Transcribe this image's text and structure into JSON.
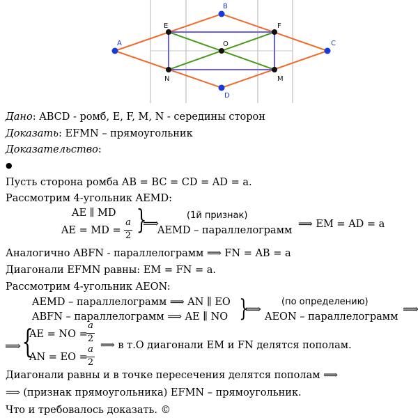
{
  "figure": {
    "points": {
      "A": {
        "label": "A"
      },
      "B": {
        "label": "B"
      },
      "C": {
        "label": "C"
      },
      "D": {
        "label": "D"
      },
      "E": {
        "label": "E"
      },
      "F": {
        "label": "F"
      },
      "M": {
        "label": "M"
      },
      "N": {
        "label": "N"
      },
      "O": {
        "label": "O"
      }
    },
    "colors": {
      "rhombus": "#f06a2a",
      "rectangle": "#6a5cf0",
      "diagonals": "#4a9a1a",
      "axis": "#b0b0b0",
      "point": "#1a3ad8"
    }
  },
  "given": {
    "label": "Дано",
    "sep": ":",
    "text": " ABCD - ромб, E, F, M, N - середины сторон"
  },
  "prove": {
    "label": "Доказать",
    "sep": ":",
    "text": " EFMN – прямоугольник"
  },
  "proof": {
    "label": "Доказательство",
    "sep": ":"
  },
  "bullet": "●",
  "line_side": "Пусть сторона ромба AB = BC = CD = AD = a.",
  "line_consider1": "Рассмотрим 4-угольник AEMD:",
  "sys1": {
    "row1": "AE ∥ MD",
    "row2": "AE = MD =",
    "frac_num": "a",
    "frac_den": "2",
    "brace": "}",
    "arrow": "⟹",
    "note": "(1й признак)",
    "result": "AEMD – параллелограмм",
    "conclusion": "⟹ EM = AD = a"
  },
  "line_similarly": "Аналогично ABFN - параллелограмм ⟹ FN = AB = a",
  "line_diagonals": "Диагонали EFMN равны: EM = FN = a.",
  "line_consider2": "Рассмотрим 4-угольник AEON:",
  "sys2": {
    "row1": "AEMD – параллелограмм ⟹ AN ∥ EO",
    "row2": "ABFN – параллелограмм ⟹ AE ∥ NO",
    "brace": "}",
    "arrow": "⟹",
    "note": "(по определению)",
    "result": "AEON – параллелограмм",
    "arrow_end": "⟹"
  },
  "sys3": {
    "arrow_start": "⟹",
    "brace": "{",
    "row1": "AE = NO =",
    "row2": "AN = EO =",
    "frac_num": "a",
    "frac_den": "2",
    "conclusion": "⟹ в т.O диагонали EM и FN делятся пополам."
  },
  "line_equal_diag": "Диагонали равны и в точке пересечения делятся пополам ⟹",
  "line_sign": "⟹ (признак прямоугольника)  EFMN – прямоугольник.",
  "line_qed": "Что и требовалось доказать. ©"
}
